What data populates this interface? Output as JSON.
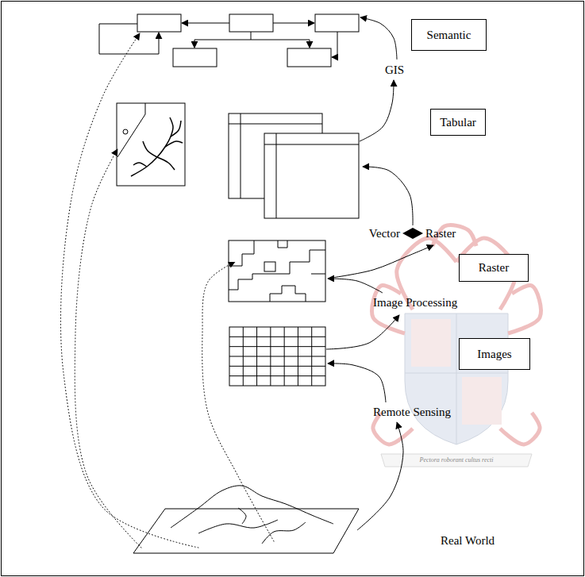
{
  "diagram": {
    "nodes": [
      {
        "text": [
          "Semantic"
        ]
      },
      {
        "text": [
          "Tabular"
        ]
      },
      {
        "text": [
          "Raster"
        ]
      },
      {
        "text": [
          "Images"
        ]
      }
    ],
    "labels": [
      "GIS",
      "Vector",
      "Raster",
      "Image Processing",
      "Remote Sensing",
      "Real World",
      "Pectora roborant cultus recti"
    ]
  }
}
